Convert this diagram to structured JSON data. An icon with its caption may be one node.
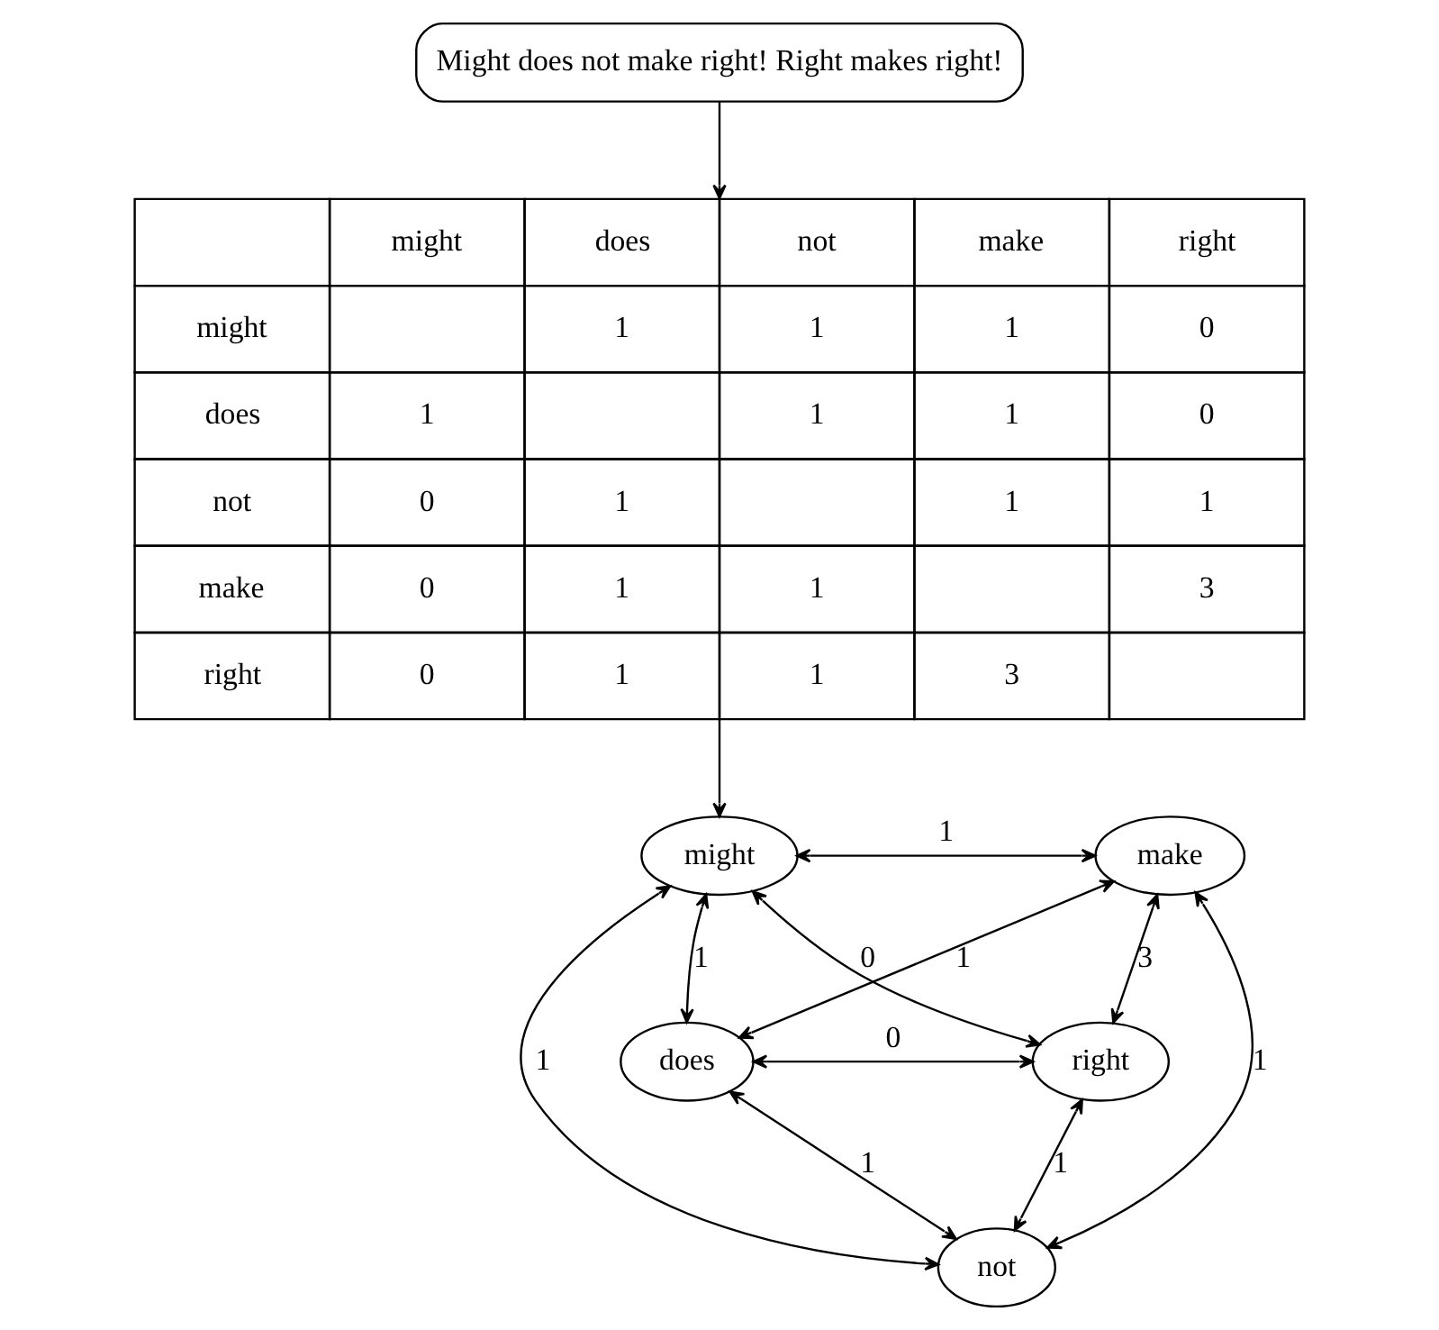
{
  "diagram": {
    "nodes": [
      {
        "text": [
          "Might does not make right! Right makes right!"
        ]
      },
      {
        "text": [
          "might",
          "does",
          "not",
          "make",
          "right",
          "might",
          "1",
          "1",
          "1",
          "0",
          "does",
          "1",
          "1",
          "1",
          "0",
          "not",
          "0",
          "1",
          "1",
          "1",
          "make",
          "0",
          "1",
          "1",
          "3",
          "right",
          "0",
          "1",
          "1",
          "3"
        ]
      },
      {
        "text": [
          "might"
        ]
      },
      {
        "text": [
          "make"
        ]
      },
      {
        "text": [
          "does"
        ]
      },
      {
        "text": [
          "right"
        ]
      },
      {
        "text": [
          "not"
        ]
      }
    ],
    "edges": [
      {
        "from": 0,
        "to": 1,
        "arrow": "to"
      },
      {
        "from": 1,
        "to": 2,
        "arrow": "to"
      },
      {
        "from": 2,
        "to": 3,
        "arrow": "both",
        "label": "1"
      },
      {
        "from": 2,
        "to": 4,
        "arrow": "both",
        "label": "1"
      },
      {
        "from": 2,
        "to": 6,
        "arrow": "both",
        "label": "1"
      },
      {
        "from": 2,
        "to": 5,
        "arrow": "both",
        "label": "0"
      },
      {
        "from": 4,
        "to": 3,
        "arrow": "both",
        "label": "1"
      },
      {
        "from": 3,
        "to": 5,
        "arrow": "both",
        "label": "3"
      },
      {
        "from": 6,
        "to": 3,
        "arrow": "both",
        "label": "1"
      },
      {
        "from": 4,
        "to": 5,
        "arrow": "both",
        "label": "0"
      },
      {
        "from": 4,
        "to": 6,
        "arrow": "both",
        "label": "1"
      },
      {
        "from": 6,
        "to": 5,
        "arrow": "both",
        "label": "1"
      }
    ]
  }
}
